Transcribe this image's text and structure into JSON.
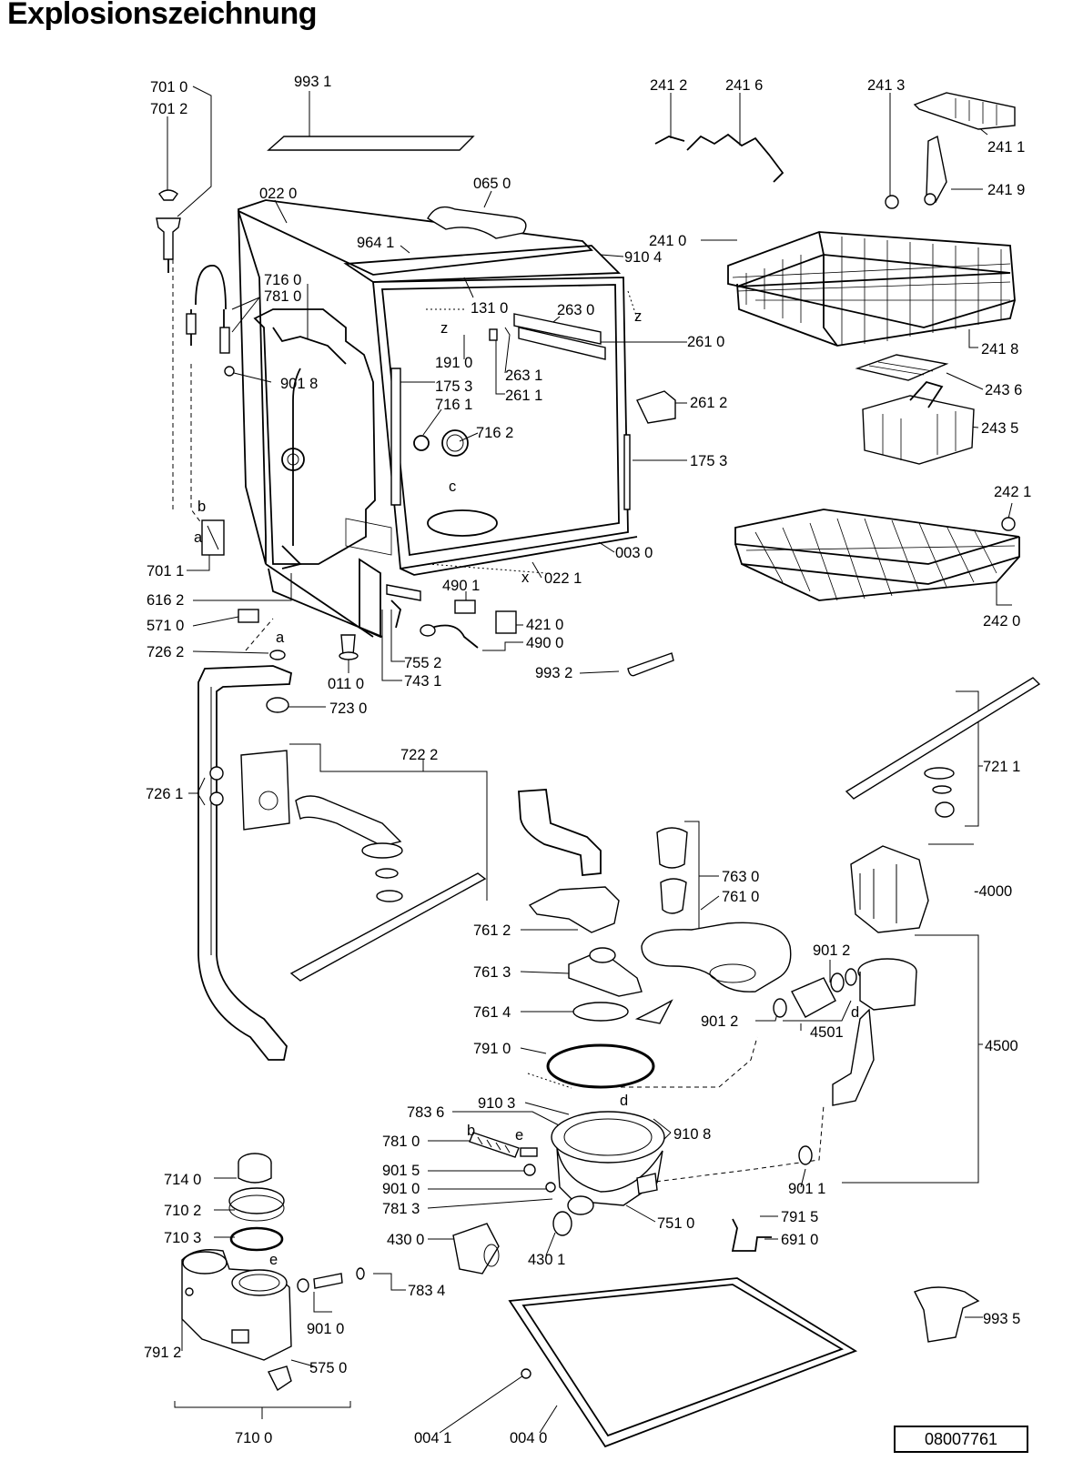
{
  "title": "Explosionszeichnung",
  "document_number": "08007761",
  "letters": {
    "a1": "a",
    "b1": "b",
    "a2": "a",
    "z1": "z",
    "z2": "z",
    "c": "c",
    "x": "x",
    "b2": "b",
    "e1": "e",
    "d1": "d",
    "d2": "d",
    "e2": "e"
  },
  "part_labels": [
    "701 0",
    "701 2",
    "993 1",
    "022 0",
    "065 0",
    "964 1",
    "241 2",
    "241 6",
    "241 3",
    "241 1",
    "241 9",
    "241 0",
    "910 4",
    "716 0",
    "781 0",
    "131 0",
    "263 0",
    "261 0",
    "191 0",
    "901 8",
    "175 3",
    "263 1",
    "261 1",
    "716 1",
    "716 2",
    "261 2",
    "175 3",
    "241 8",
    "243 6",
    "243 5",
    "242 1",
    "003 0",
    "701 1",
    "022 1",
    "616 2",
    "490 1",
    "421 0",
    "571 0",
    "490 0",
    "726 2",
    "011 0",
    "755 2",
    "743 1",
    "993 2",
    "723 0",
    "242 0",
    "722 2",
    "721 1",
    "726 1",
    "763 0",
    "761 0",
    "761 2",
    "-4000",
    "901 2",
    "761 3",
    "761 4",
    "901 2",
    "4501",
    "791 0",
    "4500",
    "783 6",
    "910 3",
    "910 8",
    "781 0",
    "901 5",
    "901 0",
    "781 3",
    "714 0",
    "710 2",
    "710 3",
    "751 0",
    "791 5",
    "430 0",
    "430 1",
    "691 0",
    "901 1",
    "783 4",
    "901 0",
    "791 2",
    "575 0",
    "993 5",
    "710 0",
    "004 1",
    "004 0"
  ]
}
